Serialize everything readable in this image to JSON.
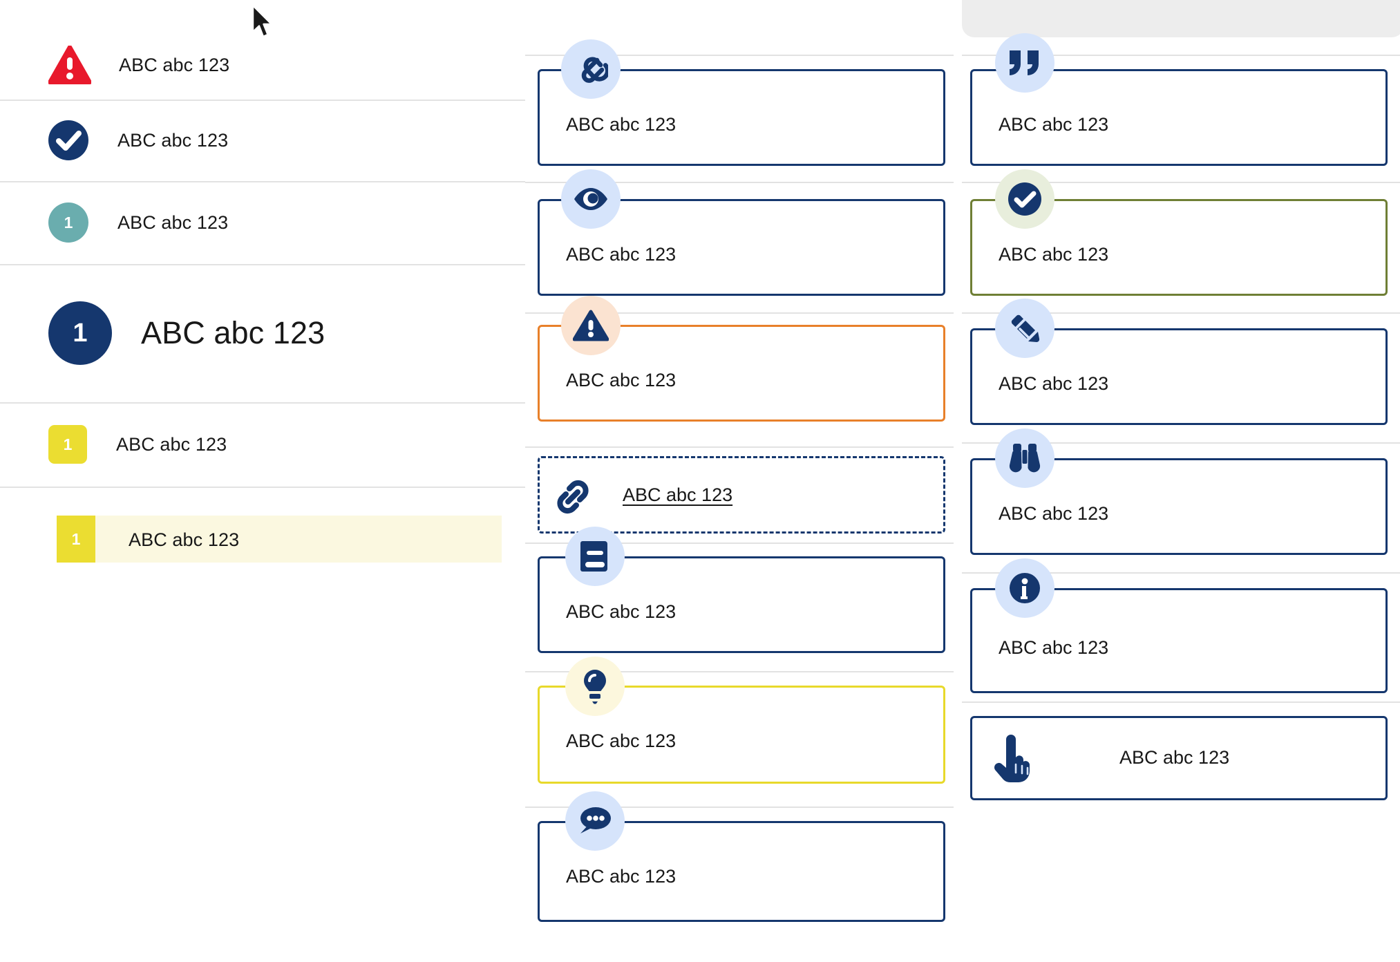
{
  "sample_text": "ABC abc 123",
  "colors": {
    "brand_navy": "#15376e",
    "alert_red": "#e8192c",
    "teal": "#6aadae",
    "yellow": "#ebdd31",
    "orange": "#e8802a",
    "olive": "#6f7f35",
    "icon_bubble_blue": "#d6e4fb",
    "icon_bubble_peach": "#fbe3d1",
    "icon_bubble_mint": "#e8eedc",
    "icon_bubble_cream": "#fcf7dd",
    "highlight_bg": "#fbf8e0",
    "rule_grey": "#e2e2e2"
  },
  "left_column": {
    "rows": [
      {
        "icon": "warning-triangle-icon",
        "badge_text": "",
        "label": "ABC abc 123"
      },
      {
        "icon": "check-circle-icon",
        "badge_text": "",
        "label": "ABC abc 123"
      },
      {
        "icon": "number-badge-teal",
        "badge_text": "1",
        "label": "ABC abc 123"
      },
      {
        "icon": "number-badge-navy-large",
        "badge_text": "1",
        "label": "ABC abc 123"
      },
      {
        "icon": "number-badge-yellow",
        "badge_text": "1",
        "label": "ABC abc 123"
      },
      {
        "icon": "number-badge-yellow-highlighted",
        "badge_text": "1",
        "label": "ABC abc 123"
      }
    ]
  },
  "center_column": {
    "cards": [
      {
        "icon": "paperclip-icon",
        "label": "ABC abc 123",
        "border": "navy",
        "style": "solid",
        "bubble": "blue"
      },
      {
        "icon": "eye-icon",
        "label": "ABC abc 123",
        "border": "navy",
        "style": "solid",
        "bubble": "blue"
      },
      {
        "icon": "warning-triangle-icon",
        "label": "ABC abc 123",
        "border": "orange",
        "style": "solid",
        "bubble": "peach"
      },
      {
        "icon": "link-chain-icon",
        "label": "ABC abc 123",
        "border": "navy",
        "style": "dashed",
        "bubble": "none"
      },
      {
        "icon": "book-icon",
        "label": "ABC abc 123",
        "border": "navy",
        "style": "solid",
        "bubble": "blue"
      },
      {
        "icon": "lightbulb-icon",
        "label": "ABC abc 123",
        "border": "yellow",
        "style": "solid",
        "bubble": "cream"
      },
      {
        "icon": "speech-bubble-icon",
        "label": "ABC abc 123",
        "border": "navy",
        "style": "solid",
        "bubble": "blue"
      }
    ]
  },
  "right_column": {
    "cards": [
      {
        "icon": "quote-marks-icon",
        "label": "ABC abc 123",
        "border": "navy",
        "style": "solid",
        "bubble": "blue"
      },
      {
        "icon": "check-circle-icon",
        "label": "ABC abc 123",
        "border": "olive",
        "style": "solid",
        "bubble": "mint"
      },
      {
        "icon": "pencil-icon",
        "label": "ABC abc 123",
        "border": "navy",
        "style": "solid",
        "bubble": "blue"
      },
      {
        "icon": "binoculars-icon",
        "label": "ABC abc 123",
        "border": "navy",
        "style": "solid",
        "bubble": "blue"
      },
      {
        "icon": "info-circle-icon",
        "label": "ABC abc 123",
        "border": "navy",
        "style": "solid",
        "bubble": "blue"
      },
      {
        "icon": "pointing-hand-icon",
        "label": "ABC abc 123",
        "border": "navy",
        "style": "solid",
        "bubble": "none"
      }
    ]
  }
}
